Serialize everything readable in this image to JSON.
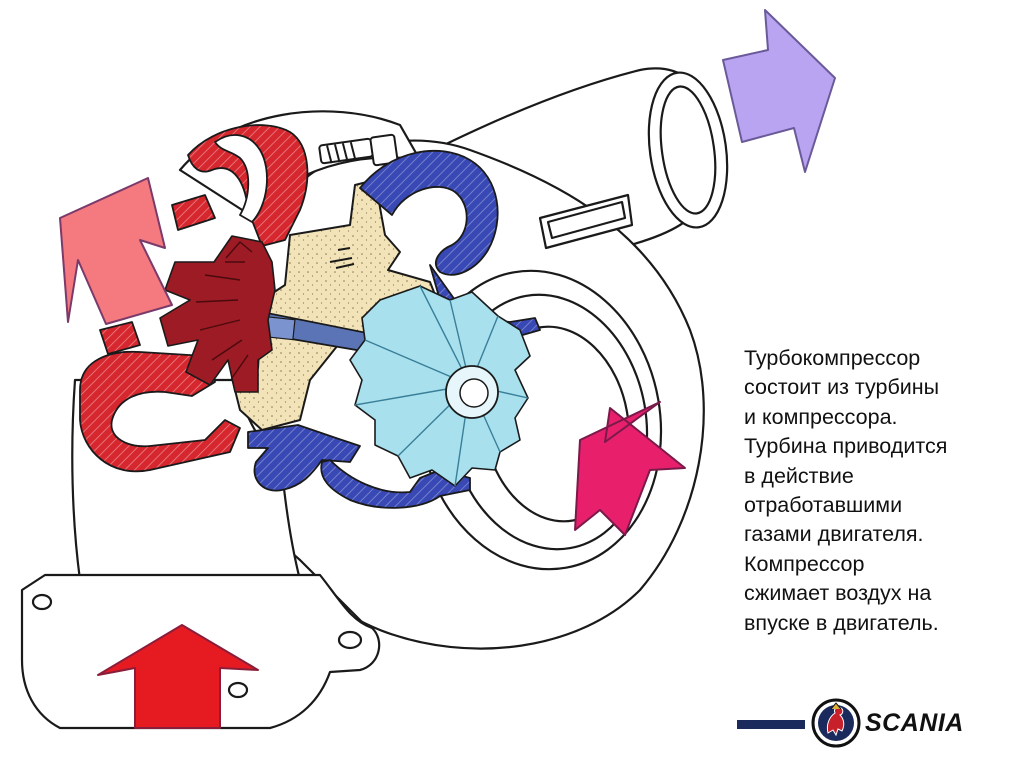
{
  "caption": {
    "lines": [
      "Турбокомпрессор",
      "состоит из турбины",
      "и компрессора.",
      "Турбина приводится",
      "в действие",
      "отработавшими",
      "газами двигателя.",
      "Компрессор",
      "сжимает воздух на",
      "впуске в двигатель."
    ]
  },
  "brand": {
    "wordmark": "SCANIA",
    "bar_color": "#1b2a5c"
  },
  "colors": {
    "turbine_housing": "#d6262e",
    "turbine_wheel": "#9c1b24",
    "compressor_housing": "#3848b4",
    "compressor_wheel": "#a8e0ee",
    "bearing_housing": "#f3e3b8",
    "shaft": "#5a74b6",
    "outline": "#1a1a1a",
    "arrow_exhaust_out": "#f57a80",
    "arrow_exhaust_in": "#e61b22",
    "arrow_air_in": "#e8206c",
    "arrow_air_out": "#b8a4f0"
  }
}
